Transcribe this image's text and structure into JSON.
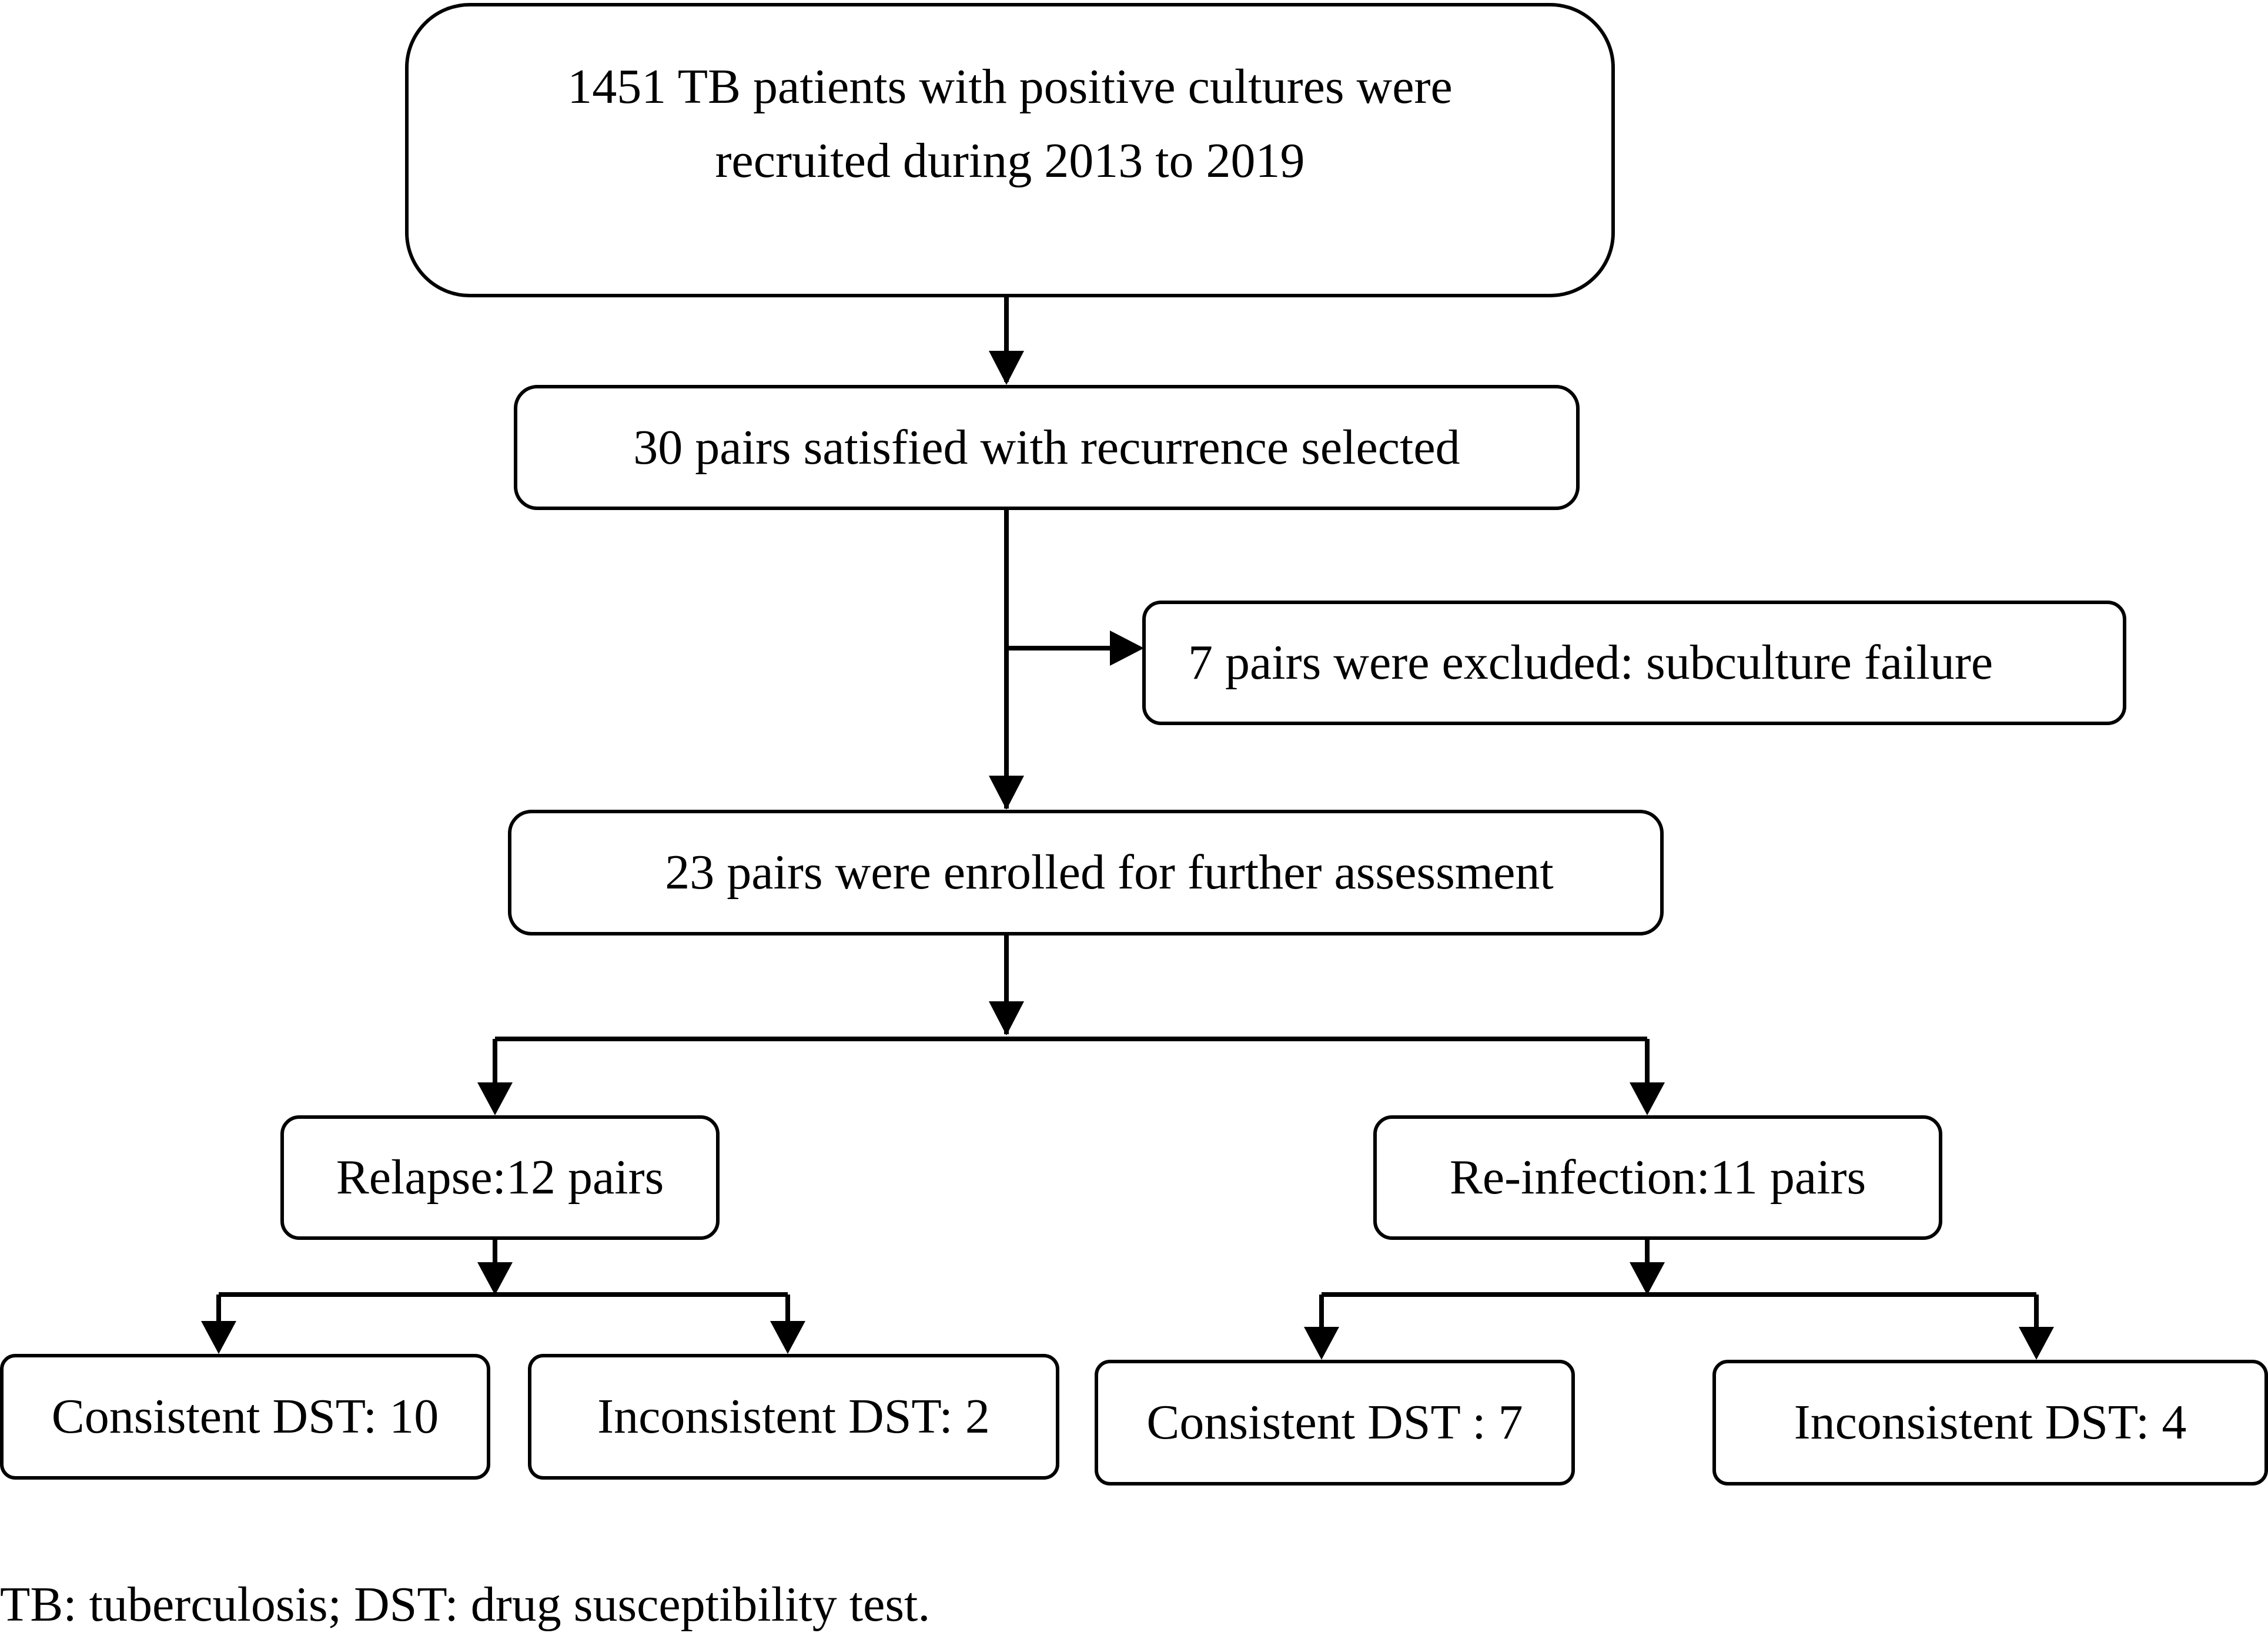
{
  "boxes": {
    "recruited": {
      "line1": "1451 TB patients with positive cultures were",
      "line2": "recruited during 2013 to 2019"
    },
    "selected": "30 pairs satisfied with recurrence selected",
    "excluded": "7 pairs were excluded: subculture failure",
    "enrolled": "23 pairs were enrolled for further assessment",
    "relapse": "Relapse:12 pairs",
    "reinfection": "Re-infection:11 pairs",
    "relapse_consistent": "Consistent DST: 10",
    "relapse_inconsistent": "Inconsistent DST: 2",
    "reinfection_consistent": "Consistent DST : 7",
    "reinfection_inconsistent": "Inconsistent DST: 4"
  },
  "footnote": "TB: tuberculosis; DST: drug susceptibility test."
}
